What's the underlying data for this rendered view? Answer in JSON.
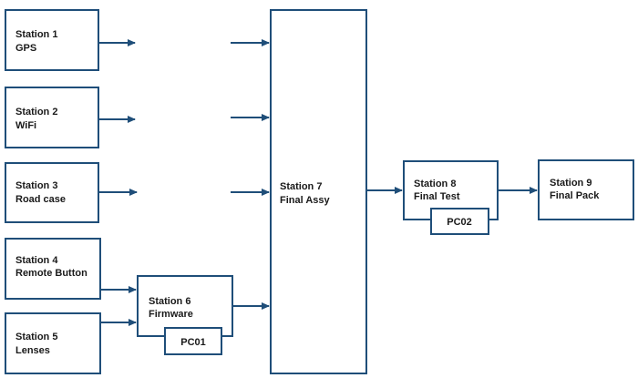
{
  "diagram": {
    "colors": {
      "stroke": "#1f4e79",
      "arrow": "#1f4e79",
      "text": "#1a1a1a",
      "fill": "#ffffff"
    },
    "nodes": {
      "station1": {
        "line1": "Station 1",
        "line2": "GPS"
      },
      "station2": {
        "line1": "Station 2",
        "line2": "WiFi"
      },
      "station3": {
        "line1": "Station 3",
        "line2": "Road case"
      },
      "station4": {
        "line1": "Station 4",
        "line2": "Remote Button"
      },
      "station5": {
        "line1": "Station 5",
        "line2": "Lenses"
      },
      "station6": {
        "line1": "Station 6",
        "line2": "Firmware",
        "pc": "PC01"
      },
      "station7": {
        "line1": "Station 7",
        "line2": "Final Assy"
      },
      "station8": {
        "line1": "Station 8",
        "line2": "Final Test",
        "pc": "PC02"
      },
      "station9": {
        "line1": "Station 9",
        "line2": "Final Pack"
      }
    },
    "edges": [
      {
        "from": "station1",
        "to": "station7"
      },
      {
        "from": "station2",
        "to": "station7"
      },
      {
        "from": "station3",
        "to": "station7"
      },
      {
        "from": "station4",
        "to": "station6"
      },
      {
        "from": "station5",
        "to": "station6"
      },
      {
        "from": "station6",
        "to": "station7"
      },
      {
        "from": "station7",
        "to": "station8"
      },
      {
        "from": "station8",
        "to": "station9"
      }
    ]
  }
}
